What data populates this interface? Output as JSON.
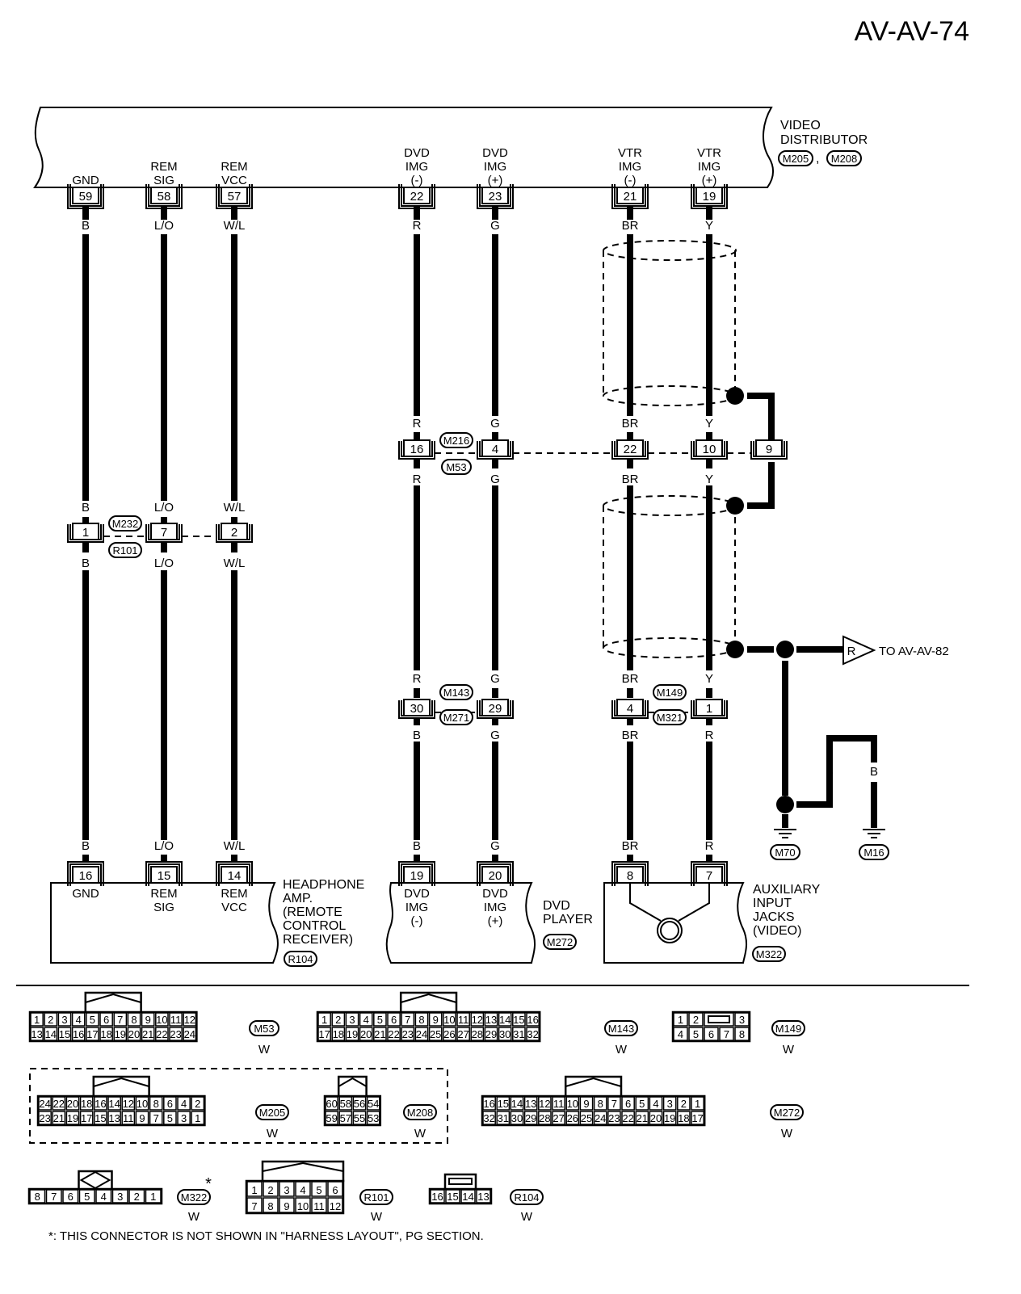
{
  "page": {
    "id": "AV-AV-74"
  },
  "video_distributor": {
    "name_lines": [
      "VIDEO",
      "DISTRIBUTOR"
    ],
    "connectors": [
      "M205",
      "M208"
    ],
    "pins": [
      {
        "num": "59",
        "label": [
          "GND"
        ],
        "wire": "B"
      },
      {
        "num": "58",
        "label": [
          "REM",
          "SIG"
        ],
        "wire": "L/O"
      },
      {
        "num": "57",
        "label": [
          "REM",
          "VCC"
        ],
        "wire": "W/L"
      },
      {
        "num": "22",
        "label": [
          "DVD",
          "IMG",
          "(-)"
        ],
        "wire": "R"
      },
      {
        "num": "23",
        "label": [
          "DVD",
          "IMG",
          "(+)"
        ],
        "wire": "G"
      },
      {
        "num": "21",
        "label": [
          "VTR",
          "IMG",
          "(-)"
        ],
        "wire": "BR"
      },
      {
        "num": "19",
        "label": [
          "VTR",
          "IMG",
          "(+)"
        ],
        "wire": "Y"
      }
    ]
  },
  "junction_m232_r101": {
    "connectors": [
      "M232",
      "R101"
    ],
    "pins": [
      {
        "num": "1",
        "wire_top": "B",
        "wire_bottom": "B"
      },
      {
        "num": "7",
        "wire_top": "L/O",
        "wire_bottom": "L/O"
      },
      {
        "num": "2",
        "wire_top": "W/L",
        "wire_bottom": "W/L"
      }
    ]
  },
  "junction_m216_m53": {
    "connectors": [
      "M216",
      "M53"
    ],
    "pins": [
      {
        "num": "16",
        "wire_top": "R",
        "wire_bottom": "R"
      },
      {
        "num": "4",
        "wire_top": "G",
        "wire_bottom": "G"
      },
      {
        "num": "22",
        "wire_top": "BR",
        "wire_bottom": "BR"
      },
      {
        "num": "10",
        "wire_top": "Y",
        "wire_bottom": "Y"
      },
      {
        "num": "9",
        "wire_top": "",
        "wire_bottom": ""
      }
    ]
  },
  "junction_m143_m271": {
    "connectors": [
      "M143",
      "M271"
    ],
    "pins": [
      {
        "num": "30",
        "wire_top": "R",
        "wire_bottom": "B"
      },
      {
        "num": "29",
        "wire_top": "G",
        "wire_bottom": "G"
      }
    ]
  },
  "junction_m149_m321": {
    "connectors": [
      "M149",
      "M321"
    ],
    "pins": [
      {
        "num": "4",
        "wire_top": "BR",
        "wire_bottom": "BR"
      },
      {
        "num": "1",
        "wire_top": "Y",
        "wire_bottom": "R"
      }
    ]
  },
  "shield_ref": {
    "wire": "R",
    "text": "TO AV-AV-82"
  },
  "grounds": [
    {
      "id": "M70",
      "wire": "B"
    },
    {
      "id": "M16",
      "wire": "B"
    }
  ],
  "headphone_amp": {
    "name_lines": [
      "HEADPHONE",
      "AMP.",
      "(REMOTE",
      " CONTROL",
      " RECEIVER)"
    ],
    "connector": "R104",
    "pins": [
      {
        "num": "16",
        "label": [
          "GND"
        ],
        "wire": "B"
      },
      {
        "num": "15",
        "label": [
          "REM",
          "SIG"
        ],
        "wire": "L/O"
      },
      {
        "num": "14",
        "label": [
          "REM",
          "VCC"
        ],
        "wire": "W/L"
      }
    ]
  },
  "dvd_player": {
    "name_lines": [
      "DVD",
      "PLAYER"
    ],
    "connector": "M272",
    "pins": [
      {
        "num": "19",
        "label": [
          "DVD",
          "IMG",
          "(-)"
        ],
        "wire": "B"
      },
      {
        "num": "20",
        "label": [
          "DVD",
          "IMG",
          "(+)"
        ],
        "wire": "G"
      }
    ]
  },
  "aux_jacks": {
    "name_lines": [
      "AUXILIARY",
      "INPUT",
      "JACKS",
      "(VIDEO)"
    ],
    "connector": "M322",
    "pins": [
      {
        "num": "8",
        "wire": "BR"
      },
      {
        "num": "7",
        "wire": "R"
      }
    ]
  },
  "connector_faces": [
    {
      "id": "M53",
      "color": "W",
      "rows": [
        [
          "1",
          "2",
          "3",
          "4",
          "5",
          "6",
          "7",
          "8",
          "9",
          "10",
          "11",
          "12"
        ],
        [
          "13",
          "14",
          "15",
          "16",
          "17",
          "18",
          "19",
          "20",
          "21",
          "22",
          "23",
          "24"
        ]
      ]
    },
    {
      "id": "M143",
      "color": "W",
      "rows": [
        [
          "1",
          "2",
          "3",
          "4",
          "5",
          "6",
          "7",
          "8",
          "9",
          "10",
          "11",
          "12",
          "13",
          "14",
          "15",
          "16"
        ],
        [
          "17",
          "18",
          "19",
          "20",
          "21",
          "22",
          "23",
          "24",
          "25",
          "26",
          "27",
          "28",
          "29",
          "30",
          "31",
          "32"
        ]
      ]
    },
    {
      "id": "M149",
      "color": "W",
      "rows": [
        [
          "1",
          "2",
          "",
          "",
          "3"
        ],
        [
          "4",
          "5",
          "6",
          "7",
          "8"
        ]
      ]
    },
    {
      "id": "M205",
      "color": "W",
      "rows": [
        [
          "24",
          "22",
          "20",
          "18",
          "16",
          "14",
          "12",
          "10",
          "8",
          "6",
          "4",
          "2"
        ],
        [
          "23",
          "21",
          "19",
          "17",
          "15",
          "13",
          "11",
          "9",
          "7",
          "5",
          "3",
          "1"
        ]
      ]
    },
    {
      "id": "M208",
      "color": "W",
      "rows": [
        [
          "60",
          "58",
          "56",
          "54"
        ],
        [
          "59",
          "57",
          "55",
          "53"
        ]
      ]
    },
    {
      "id": "M272",
      "color": "W",
      "rows": [
        [
          "16",
          "15",
          "14",
          "13",
          "12",
          "11",
          "10",
          "9",
          "8",
          "7",
          "6",
          "5",
          "4",
          "3",
          "2",
          "1"
        ],
        [
          "32",
          "31",
          "30",
          "29",
          "28",
          "27",
          "26",
          "25",
          "24",
          "23",
          "22",
          "21",
          "20",
          "19",
          "18",
          "17"
        ]
      ]
    },
    {
      "id": "M322",
      "color": "W",
      "asterisk": "*",
      "rows": [
        [
          "8",
          "7",
          "6",
          "5",
          "4",
          "3",
          "2",
          "1"
        ]
      ]
    },
    {
      "id": "R101",
      "color": "W",
      "rows": [
        [
          "1",
          "2",
          "3",
          "4",
          "5",
          "6"
        ],
        [
          "7",
          "8",
          "9",
          "10",
          "11",
          "12"
        ]
      ]
    },
    {
      "id": "R104",
      "color": "W",
      "rows": [
        [
          "16",
          "15",
          "14",
          "13"
        ]
      ]
    }
  ],
  "footnote": "*: THIS CONNECTOR IS NOT SHOWN IN \"HARNESS LAYOUT\", PG SECTION."
}
